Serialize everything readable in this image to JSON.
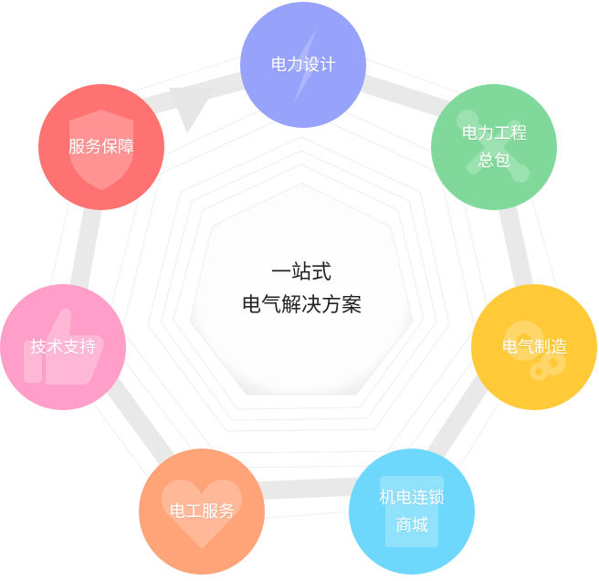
{
  "center": {
    "line1": "一站式",
    "line2": "电气解决方案"
  },
  "nodes": [
    {
      "id": "design",
      "label": "电力设计",
      "color": "#97a2fb",
      "icon": "lightning-icon"
    },
    {
      "id": "contract",
      "label": "电力工程\n总包",
      "color": "#80d99a",
      "icon": "wrench-screwdriver-icon"
    },
    {
      "id": "manufacture",
      "label": "电气制造",
      "color": "#ffc938",
      "icon": "gears-icon"
    },
    {
      "id": "mall",
      "label": "机电连锁\n商城",
      "color": "#6dd8fc",
      "icon": "storefront-icon"
    },
    {
      "id": "service",
      "label": "电工服务",
      "color": "#ffa478",
      "icon": "heart-icon"
    },
    {
      "id": "support",
      "label": "技术支持",
      "color": "#ff9ec8",
      "icon": "thumbs-up-icon"
    },
    {
      "id": "guarantee",
      "label": "服务保障",
      "color": "#ff7272",
      "icon": "shield-icon"
    }
  ],
  "colors": {
    "track": "#e9e9e9",
    "ring_lines": "#ececec",
    "center_fill": "#ffffff"
  }
}
